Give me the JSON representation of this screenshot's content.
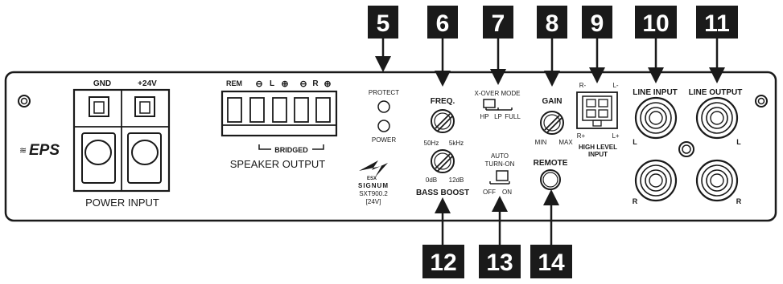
{
  "callouts": [
    "5",
    "6",
    "7",
    "8",
    "9",
    "10",
    "11",
    "12",
    "13",
    "14"
  ],
  "power_input": {
    "gnd_label": "GND",
    "plus_label": "+24V",
    "title": "POWER INPUT"
  },
  "brand": {
    "eps_logo": "EPS",
    "esx_logo": "ESX",
    "signum": "SIGNUM",
    "model": "SXT900.2",
    "voltage": "[24V]"
  },
  "speaker_output": {
    "rem_label": "REM",
    "minus_symbol": "⊖",
    "plus_symbol": "⊕",
    "l_label": "L",
    "r_label": "R",
    "bridged_label": "BRIDGED",
    "title": "SPEAKER OUTPUT"
  },
  "leds": {
    "protect_label": "PROTECT",
    "power_label": "POWER"
  },
  "freq": {
    "title": "FREQ.",
    "min_label": "50Hz",
    "max_label": "5kHz"
  },
  "bass_boost": {
    "min_label": "0dB",
    "max_label": "12dB",
    "title": "BASS BOOST"
  },
  "xover": {
    "title": "X-OVER MODE",
    "options": [
      "HP",
      "LP",
      "FULL"
    ]
  },
  "auto_turn_on": {
    "title_line1": "AUTO",
    "title_line2": "TURN-ON",
    "off_label": "OFF",
    "on_label": "ON"
  },
  "gain": {
    "title": "GAIN",
    "min_label": "MIN",
    "max_label": "MAX"
  },
  "remote": {
    "title": "REMOTE"
  },
  "high_level_input": {
    "r_minus": "R-",
    "l_minus": "L-",
    "r_plus": "R+",
    "l_plus": "L+",
    "title_line1": "HIGH LEVEL",
    "title_line2": "INPUT"
  },
  "line_input": {
    "title": "LINE INPUT",
    "l_label": "L",
    "r_label": "R"
  },
  "line_output": {
    "title": "LINE OUTPUT",
    "l_label": "L",
    "r_label": "R"
  },
  "colors": {
    "callout_bg": "#1a1a1a",
    "panel_fill": "#ffffff",
    "stroke": "#1a1a1a"
  }
}
